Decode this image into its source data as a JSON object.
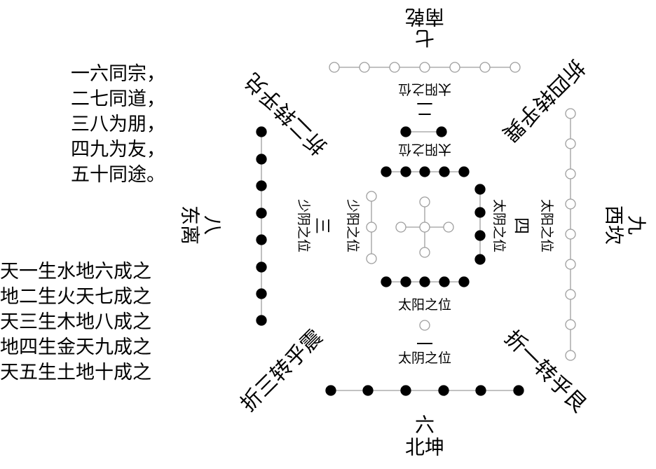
{
  "poem": [
    "一六同宗，",
    "二七同道，",
    "三八为朋，",
    "四九为友，",
    "五十同途。"
  ],
  "generation": [
    "天一生水地六成之",
    "地二生火天七成之",
    "天三生木地八成之",
    "地四生金天九成之",
    "天五生土地十成之"
  ],
  "directions": {
    "south": {
      "number": "七",
      "gua": "南乾"
    },
    "north": {
      "number": "六",
      "gua": "北坤"
    },
    "east": {
      "number": "八",
      "gua": "东离"
    },
    "west": {
      "number": "九",
      "gua": "西坎"
    }
  },
  "inner_numbers": {
    "top": "二",
    "bottom": "一",
    "left": "三",
    "right": "四"
  },
  "positions": {
    "taiyang_top_outer": "太阳之位",
    "taiyang_top_inner": "太阳之位",
    "taiyang_bottom": "太阳之位",
    "taiyin_bottom": "太阴之位",
    "shaoyin_left": "少阴之位",
    "shaoyang_left": "少阳之位",
    "taiyin_right": "太阴之位",
    "taiyang_right": "太阳之位"
  },
  "zhe": {
    "top_left": "折二转乎兑",
    "top_right": "折四转乎巽",
    "bottom_left": "折三转乎震",
    "bottom_right": "折一转乎艮"
  },
  "colors": {
    "yang": "#ffffff",
    "yin": "#000000",
    "line": "#9e9e9e"
  }
}
